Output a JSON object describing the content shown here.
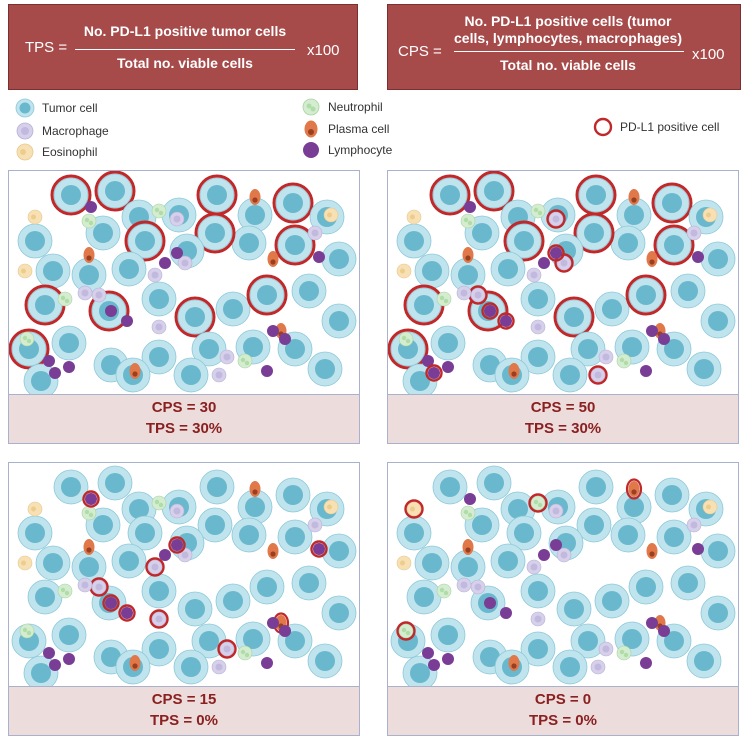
{
  "formulas": {
    "tps": {
      "label": "TPS =",
      "numerator": "No. PD-L1 positive tumor cells",
      "denominator": "Total no. viable cells",
      "multiplier": "x100"
    },
    "cps": {
      "label": "CPS =",
      "numerator_line1": "No. PD-L1 positive cells (tumor",
      "numerator_line2": "cells, lymphocytes, macrophages)",
      "denominator": "Total no. viable cells",
      "multiplier": "x100"
    }
  },
  "legend": {
    "tumor_cell": "Tumor cell",
    "macrophage": "Macrophage",
    "eosinophil": "Eosinophil",
    "neutrophil": "Neutrophil",
    "plasma_cell": "Plasma cell",
    "lymphocyte": "Lymphocyte",
    "pdl1_positive": "PD-L1 positive cell"
  },
  "colors": {
    "header_bg": "#a64a4a",
    "tumor_fill": "#bfe4ee",
    "tumor_nucleus": "#6ab8cd",
    "macrophage": "#d6d0ea",
    "eosinophil": "#f6e0b4",
    "neutrophil": "#d4ecd0",
    "plasma": "#e0784a",
    "lymphocyte": "#7a3d96",
    "pdl1_ring": "#c0282a",
    "result_bg": "#ecdcdc",
    "result_text": "#8b2020"
  },
  "panels": [
    {
      "cps": "CPS = 30",
      "tps": "TPS = 30%",
      "positive_tumor": 12,
      "positive_immune": 0
    },
    {
      "cps": "CPS = 50",
      "tps": "TPS = 30%",
      "positive_tumor": 12,
      "positive_immune": 8
    },
    {
      "cps": "CPS = 15",
      "tps": "TPS = 0%",
      "positive_tumor": 0,
      "positive_immune": 10
    },
    {
      "cps": "CPS = 0",
      "tps": "TPS = 0%",
      "positive_tumor": 0,
      "positive_immune": 0
    }
  ]
}
